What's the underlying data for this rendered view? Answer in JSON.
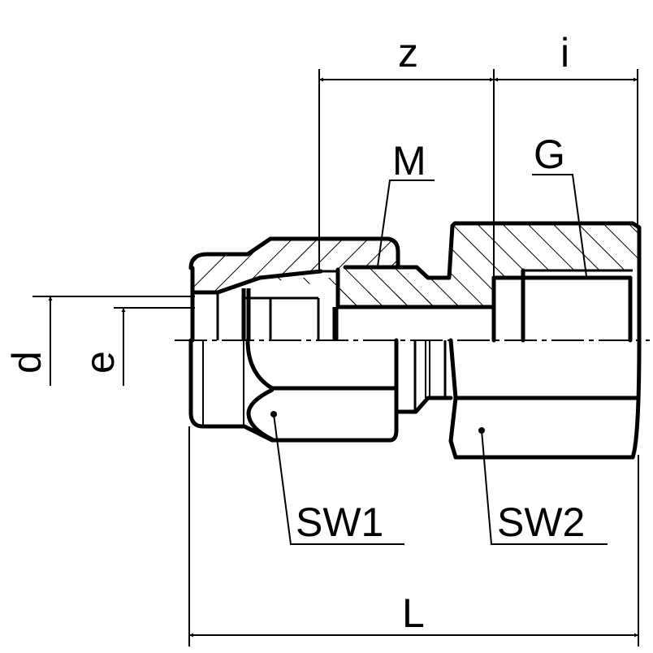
{
  "drawing": {
    "title": "Compression fitting with female thread – sectional drawing",
    "labels": {
      "z": "z",
      "i": "i",
      "M": "M",
      "G": "G",
      "d": "d",
      "e": "e",
      "SW1": "SW1",
      "SW2": "SW2",
      "L": "L"
    },
    "colors": {
      "line": "#000000",
      "background": "#ffffff"
    }
  }
}
